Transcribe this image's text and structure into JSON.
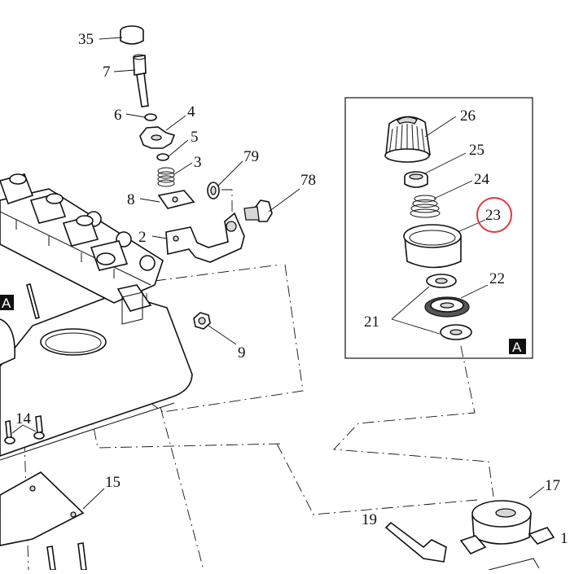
{
  "diagram": {
    "labels": {
      "p35": "35",
      "p7": "7",
      "p6": "6",
      "p4": "4",
      "p5": "5",
      "p3": "3",
      "p8": "8",
      "p2": "2",
      "p79": "79",
      "p78": "78",
      "p9": "9",
      "p14": "14",
      "p15": "15",
      "p19": "19",
      "p17": "17",
      "p26": "26",
      "p25": "25",
      "p24": "24",
      "p23": "23",
      "p22": "22",
      "p21": "21",
      "badge_inset": "A",
      "badge_main": "A"
    },
    "highlight_color": "#e03a3a"
  }
}
